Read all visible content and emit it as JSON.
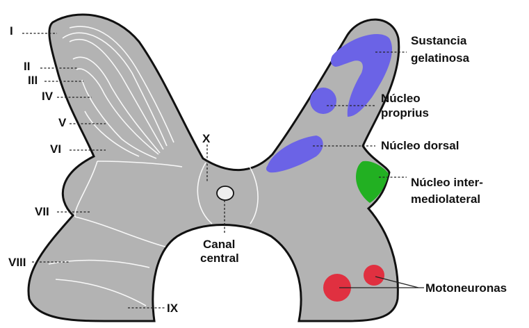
{
  "laminae": {
    "I": "I",
    "II": "II",
    "III": "III",
    "IV": "IV",
    "V": "V",
    "VI": "VI",
    "VII": "VII",
    "VIII": "VIII",
    "IX": "IX",
    "X": "X"
  },
  "structures": {
    "sustancia_line1": "Sustancia",
    "sustancia_line2": "gelatinosa",
    "nucleo_proprius_line1": "Núcleo",
    "nucleo_proprius_line2": "proprius",
    "nucleo_dorsal": "Núcleo dorsal",
    "intermedio_line1": "Núcleo inter-",
    "intermedio_line2": "mediolateral",
    "motoneuronas": "Motoneuronas",
    "canal_line1": "Canal",
    "canal_line2": "central"
  },
  "colors": {
    "gray_matter": "#b3b3b3",
    "outline": "#111111",
    "sensory_nuclei": "#6b63e6",
    "intermediolateral": "#22b022",
    "motoneurons": "#e03040",
    "canal": "#eeeeee"
  }
}
